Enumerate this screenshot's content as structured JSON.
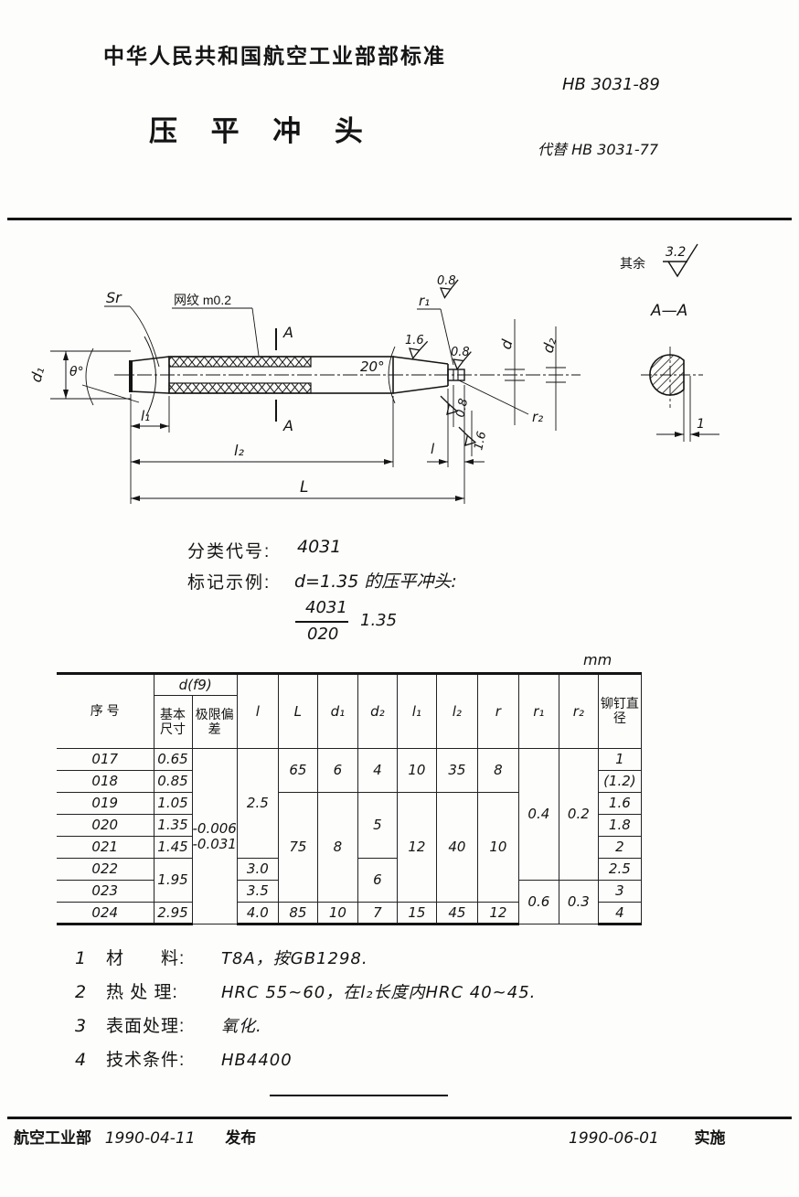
{
  "header": {
    "org_standard": "中华人民共和国航空工业部部标准",
    "standard_code": "HB 3031-89",
    "title": "压 平 冲 头",
    "replaces": "代替 HB 3031-77"
  },
  "drawing": {
    "surface_note_prefix": "其余",
    "surface_note_value": "3.2",
    "section_title": "A—A",
    "labels": {
      "sr": "Sr",
      "knurl": "网纹 m0.2",
      "theta": "θ°",
      "cone_angle": "20°",
      "d1": "d₁",
      "d": "d",
      "d2": "d₂",
      "r1": "r₁",
      "r2": "r₂",
      "l1": "l₁",
      "l2": "l₂",
      "l_small": "l",
      "L_big": "L",
      "section_mark": "A",
      "flat_width": "1",
      "rough_08": "0.8",
      "rough_16": "1.6"
    }
  },
  "classification": {
    "code_label": "分类代号:",
    "code_value": "4031",
    "example_label": "标记示例:",
    "example_text": "d=1.35 的压平冲头:",
    "example_numerator": "4031",
    "example_denominator": "020",
    "example_size": "1.35"
  },
  "table": {
    "unit": "mm",
    "headers": {
      "seq": "序  号",
      "d_group": "d(f9)",
      "basic": "基本尺寸",
      "deviation": "极限偏差",
      "l": "l",
      "L": "L",
      "d1": "d₁",
      "d2": "d₂",
      "l1": "l₁",
      "l2": "l₂",
      "r": "r",
      "r1": "r₁",
      "r2": "r₂",
      "rivet": "铆钉直径"
    },
    "deviation": {
      "upper": "-0.006",
      "lower": "-0.031"
    },
    "rows": [
      {
        "seq": "017",
        "basic": "0.65",
        "rivet": "1"
      },
      {
        "seq": "018",
        "basic": "0.85",
        "rivet": "(1.2)"
      },
      {
        "seq": "019",
        "basic": "1.05",
        "rivet": "1.6"
      },
      {
        "seq": "020",
        "basic": "1.35",
        "rivet": "1.8"
      },
      {
        "seq": "021",
        "basic": "1.45",
        "rivet": "2"
      },
      {
        "seq": "022",
        "basic": "1.95",
        "rivet": "2.5"
      },
      {
        "seq": "023",
        "rivet": "3"
      },
      {
        "seq": "024",
        "basic": "2.95",
        "rivet": "4"
      }
    ],
    "merged": {
      "l_017_021": "2.5",
      "l_022": "3.0",
      "l_023": "3.5",
      "l_024": "4.0",
      "L_017_018": "65",
      "L_019_023": "75",
      "L_024": "85",
      "d1_017_018": "6",
      "d1_019_023": "8",
      "d1_024": "10",
      "d2_017_018": "4",
      "d2_019_021": "5",
      "d2_022_023": "6",
      "d2_024": "7",
      "l1_017_018": "10",
      "l1_019_023": "12",
      "l1_024": "15",
      "l2_017_018": "35",
      "l2_019_023": "40",
      "l2_024": "45",
      "r_017_018": "8",
      "r_019_023": "10",
      "r_024": "12",
      "r1_017_022": "0.4",
      "r1_023_024": "0.6",
      "r2_017_022": "0.2",
      "r2_023_024": "0.3"
    }
  },
  "notes": [
    {
      "no": "1",
      "label": "材　　料:",
      "text": "T8A，按GB1298."
    },
    {
      "no": "2",
      "label": "热 处 理:",
      "text": "HRC 55~60，在l₂长度内HRC 40~45."
    },
    {
      "no": "3",
      "label": "表面处理:",
      "text": "氧化."
    },
    {
      "no": "4",
      "label": "技术条件:",
      "text": "HB4400"
    }
  ],
  "footer": {
    "issuer": "航空工业部",
    "issue_date": "1990-04-11",
    "issue_label": "发布",
    "impl_date": "1990-06-01",
    "impl_label": "实施"
  }
}
